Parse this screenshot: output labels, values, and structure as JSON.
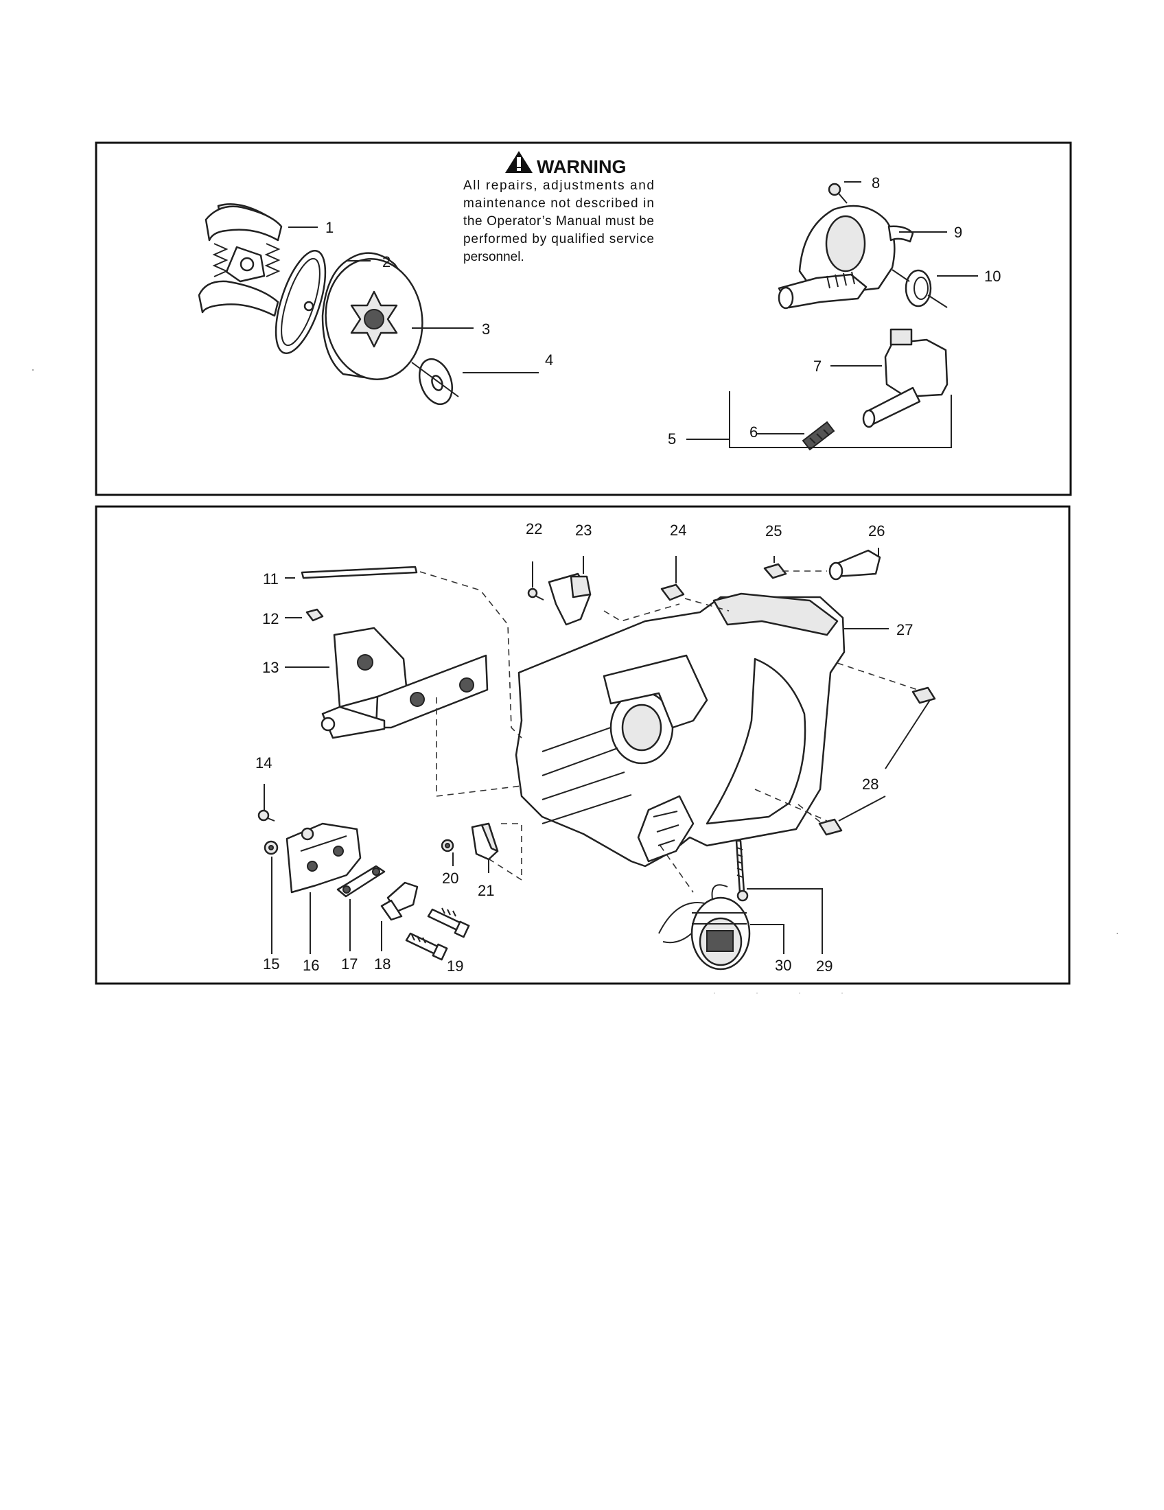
{
  "warning": {
    "title": "WARNING",
    "lines": [
      "All repairs, adjustments and",
      "maintenance not described in",
      "the Operator’s Manual must be",
      "performed by qualified service",
      "personnel."
    ]
  },
  "callouts": {
    "c1": "1",
    "c2": "2",
    "c3": "3",
    "c4": "4",
    "c5": "5",
    "c6": "6",
    "c7": "7",
    "c8": "8",
    "c9": "9",
    "c10": "10",
    "c11": "11",
    "c12": "12",
    "c13": "13",
    "c14": "14",
    "c15": "15",
    "c16": "16",
    "c17": "17",
    "c18": "18",
    "c19": "19",
    "c20": "20",
    "c21": "21",
    "c22": "22",
    "c23": "23",
    "c24": "24",
    "c25": "25",
    "c26": "26",
    "c27": "27",
    "c28": "28",
    "c29": "29",
    "c30": "30"
  }
}
